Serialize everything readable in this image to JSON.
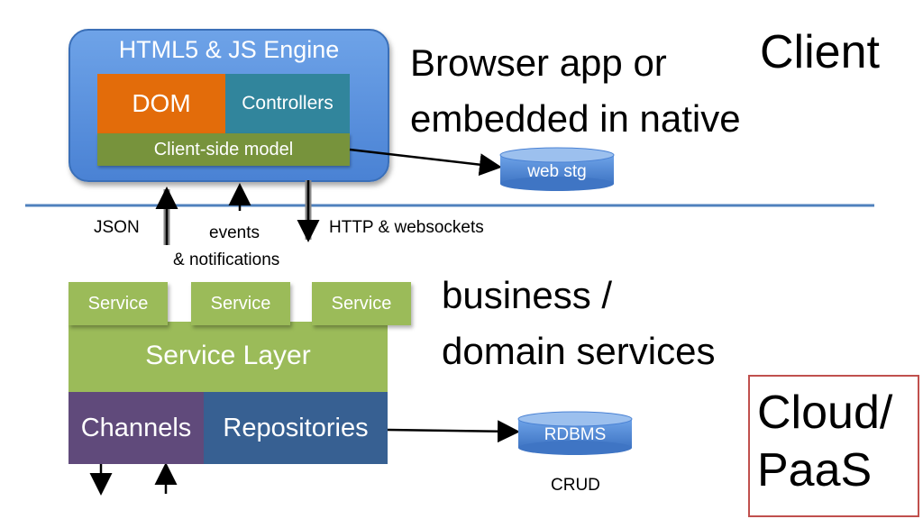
{
  "client": {
    "engine_title": "HTML5 & JS Engine",
    "dom": "DOM",
    "controllers": "Controllers",
    "model": "Client-side model",
    "browser_line1": "Browser app or",
    "browser_line2": "embedded in native",
    "heading": "Client",
    "web_storage": "web stg"
  },
  "connections": {
    "json": "JSON",
    "events_line1": "events",
    "events_line2": "& notifications",
    "http": "HTTP & websockets"
  },
  "server": {
    "services": [
      "Service",
      "Service",
      "Service"
    ],
    "service_layer": "Service Layer",
    "channels": "Channels",
    "repositories": "Repositories",
    "business_line1": "business /",
    "business_line2": "domain services",
    "rdbms": "RDBMS",
    "crud": "CRUD",
    "cloud_line1": "Cloud/",
    "cloud_line2": "PaaS"
  },
  "colors": {
    "engine": "#5a8fdc",
    "dom": "#e36c0a",
    "controllers": "#31859c",
    "model": "#77933c",
    "service": "#9bbb59",
    "channels": "#604a7b",
    "repositories": "#376092",
    "divider": "#4f81bd",
    "cloud_border": "#c0504d"
  }
}
